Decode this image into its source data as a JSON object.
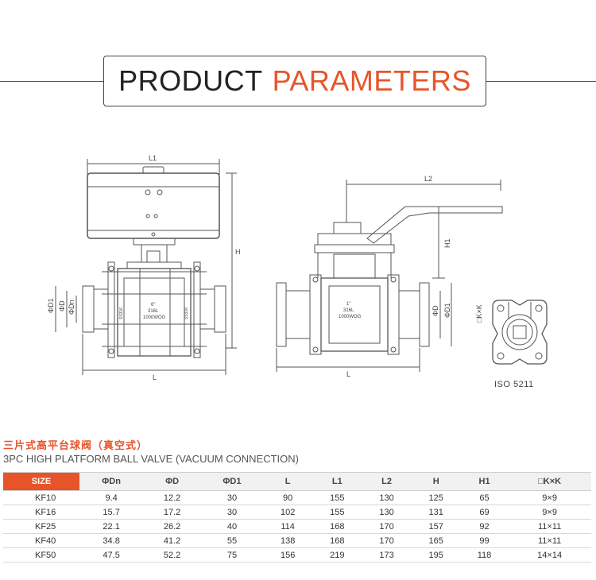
{
  "header": {
    "title_part1": "PRODUCT",
    "title_part2": "PARAMETERS"
  },
  "colors": {
    "accent": "#e8542a",
    "line": "#555555"
  },
  "drawings": {
    "left": {
      "dim_top": "L1",
      "dim_right": "H",
      "dim_bottom": "L",
      "dim_left_outer": "ΦD1",
      "dim_left_inner": "ΦD",
      "dim_left_bore": "ΦDn",
      "body_mark_1": "6\"",
      "body_mark_2": "316L",
      "body_mark_3": "1000WOG",
      "side_mark": "SS316"
    },
    "right": {
      "dim_top": "L2",
      "dim_right": "H1",
      "dim_bottom": "L",
      "dim_side_outer": "ΦD1",
      "dim_side_inner": "ΦD",
      "body_mark_1": "1\"",
      "body_mark_2": "316L",
      "body_mark_3": "1000WOG"
    },
    "iso": {
      "dim": "□K×K",
      "label": "ISO 5211"
    }
  },
  "section": {
    "cn_title": "三片式高平台球阀（真空式）",
    "en_title": "3PC HIGH PLATFORM  BALL VALVE (VACUUM CONNECTION)"
  },
  "table": {
    "headers": [
      "SIZE",
      "ΦDn",
      "ΦD",
      "ΦD1",
      "L",
      "L1",
      "L2",
      "H",
      "H1",
      "□K×K"
    ],
    "rows": [
      [
        "KF10",
        "9.4",
        "12.2",
        "30",
        "90",
        "155",
        "130",
        "125",
        "65",
        "9×9"
      ],
      [
        "KF16",
        "15.7",
        "17.2",
        "30",
        "102",
        "155",
        "130",
        "131",
        "69",
        "9×9"
      ],
      [
        "KF25",
        "22.1",
        "26.2",
        "40",
        "114",
        "168",
        "170",
        "157",
        "92",
        "11×11"
      ],
      [
        "KF40",
        "34.8",
        "41.2",
        "55",
        "138",
        "168",
        "170",
        "165",
        "99",
        "11×11"
      ],
      [
        "KF50",
        "47.5",
        "52.2",
        "75",
        "156",
        "219",
        "173",
        "195",
        "118",
        "14×14"
      ]
    ]
  }
}
